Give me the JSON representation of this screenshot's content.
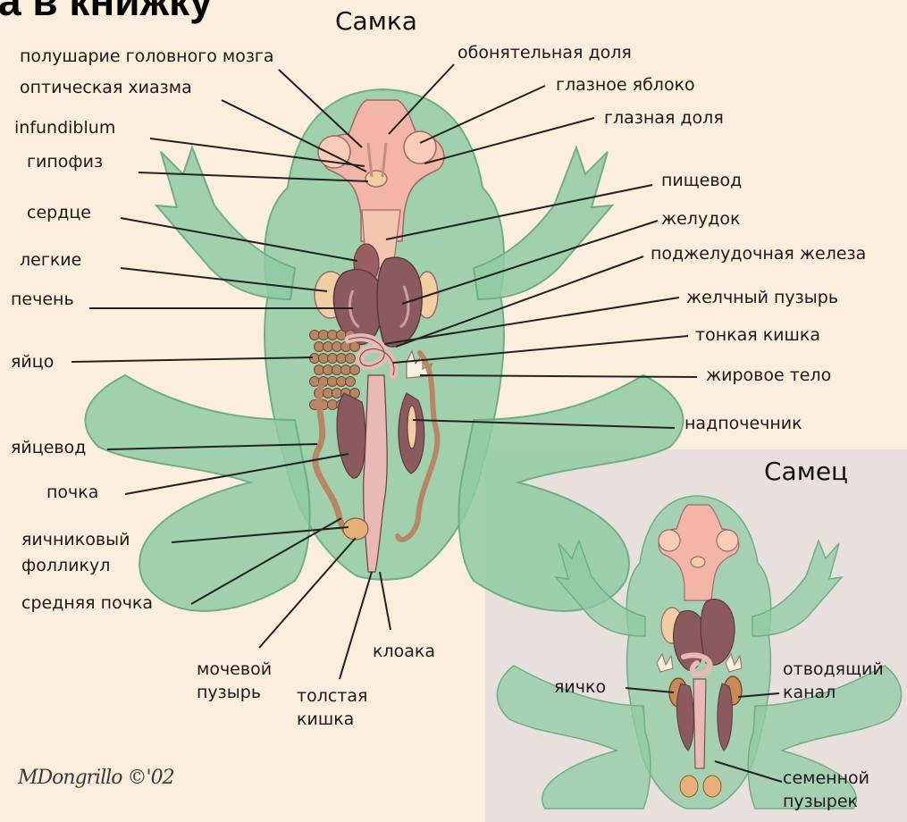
{
  "page_heading": "а в книжку",
  "female": {
    "title": "Самка",
    "labels": {
      "hemisphere": "полушарие головного мозга",
      "optic_chiasm": "оптическая хиазма",
      "infundibulum": "infundiblum",
      "pituitary": "гипофиз",
      "heart": "сердце",
      "lungs": "легкие",
      "liver": "печень",
      "egg": "яйцо",
      "oviduct": "яйцевод",
      "kidney": "почка",
      "ovarian_follicle_1": "яичниковый",
      "ovarian_follicle_2": "фолликул",
      "mesonephros": "средняя почка",
      "bladder_1": "мочевой",
      "bladder_2": "пузырь",
      "large_intestine_1": "толстая",
      "large_intestine_2": "кишка",
      "cloaca": "клоака",
      "olfactory_lobe": "обонятельная доля",
      "eyeball": "глазное яблоко",
      "optic_lobe": "глазная доля",
      "esophagus": "пищевод",
      "stomach": "желудок",
      "pancreas": "поджелудочная железа",
      "gallbladder": "желчный пузырь",
      "small_intestine": "тонкая кишка",
      "fat_body": "жировое тело",
      "adrenal": "надпочечник"
    }
  },
  "male": {
    "title": "Самец",
    "labels": {
      "testis": "яичко",
      "vas_deferens_1": "отводящий",
      "vas_deferens_2": "канал",
      "seminal_vesicle_1": "семенной",
      "seminal_vesicle_2": "пузырек"
    }
  },
  "signature": "MDongrillo ©'02",
  "colors": {
    "background": "#fbeedc",
    "male_background": "#e8e0dd",
    "frog_body": "#8fcba3",
    "brain": "#f3b6a6",
    "organ_dark": "#8a5a5e",
    "organ_light": "#e9b9b5",
    "liver_tan": "#f1cfa2",
    "eggs": "#b98665",
    "leader_line": "#222222"
  }
}
